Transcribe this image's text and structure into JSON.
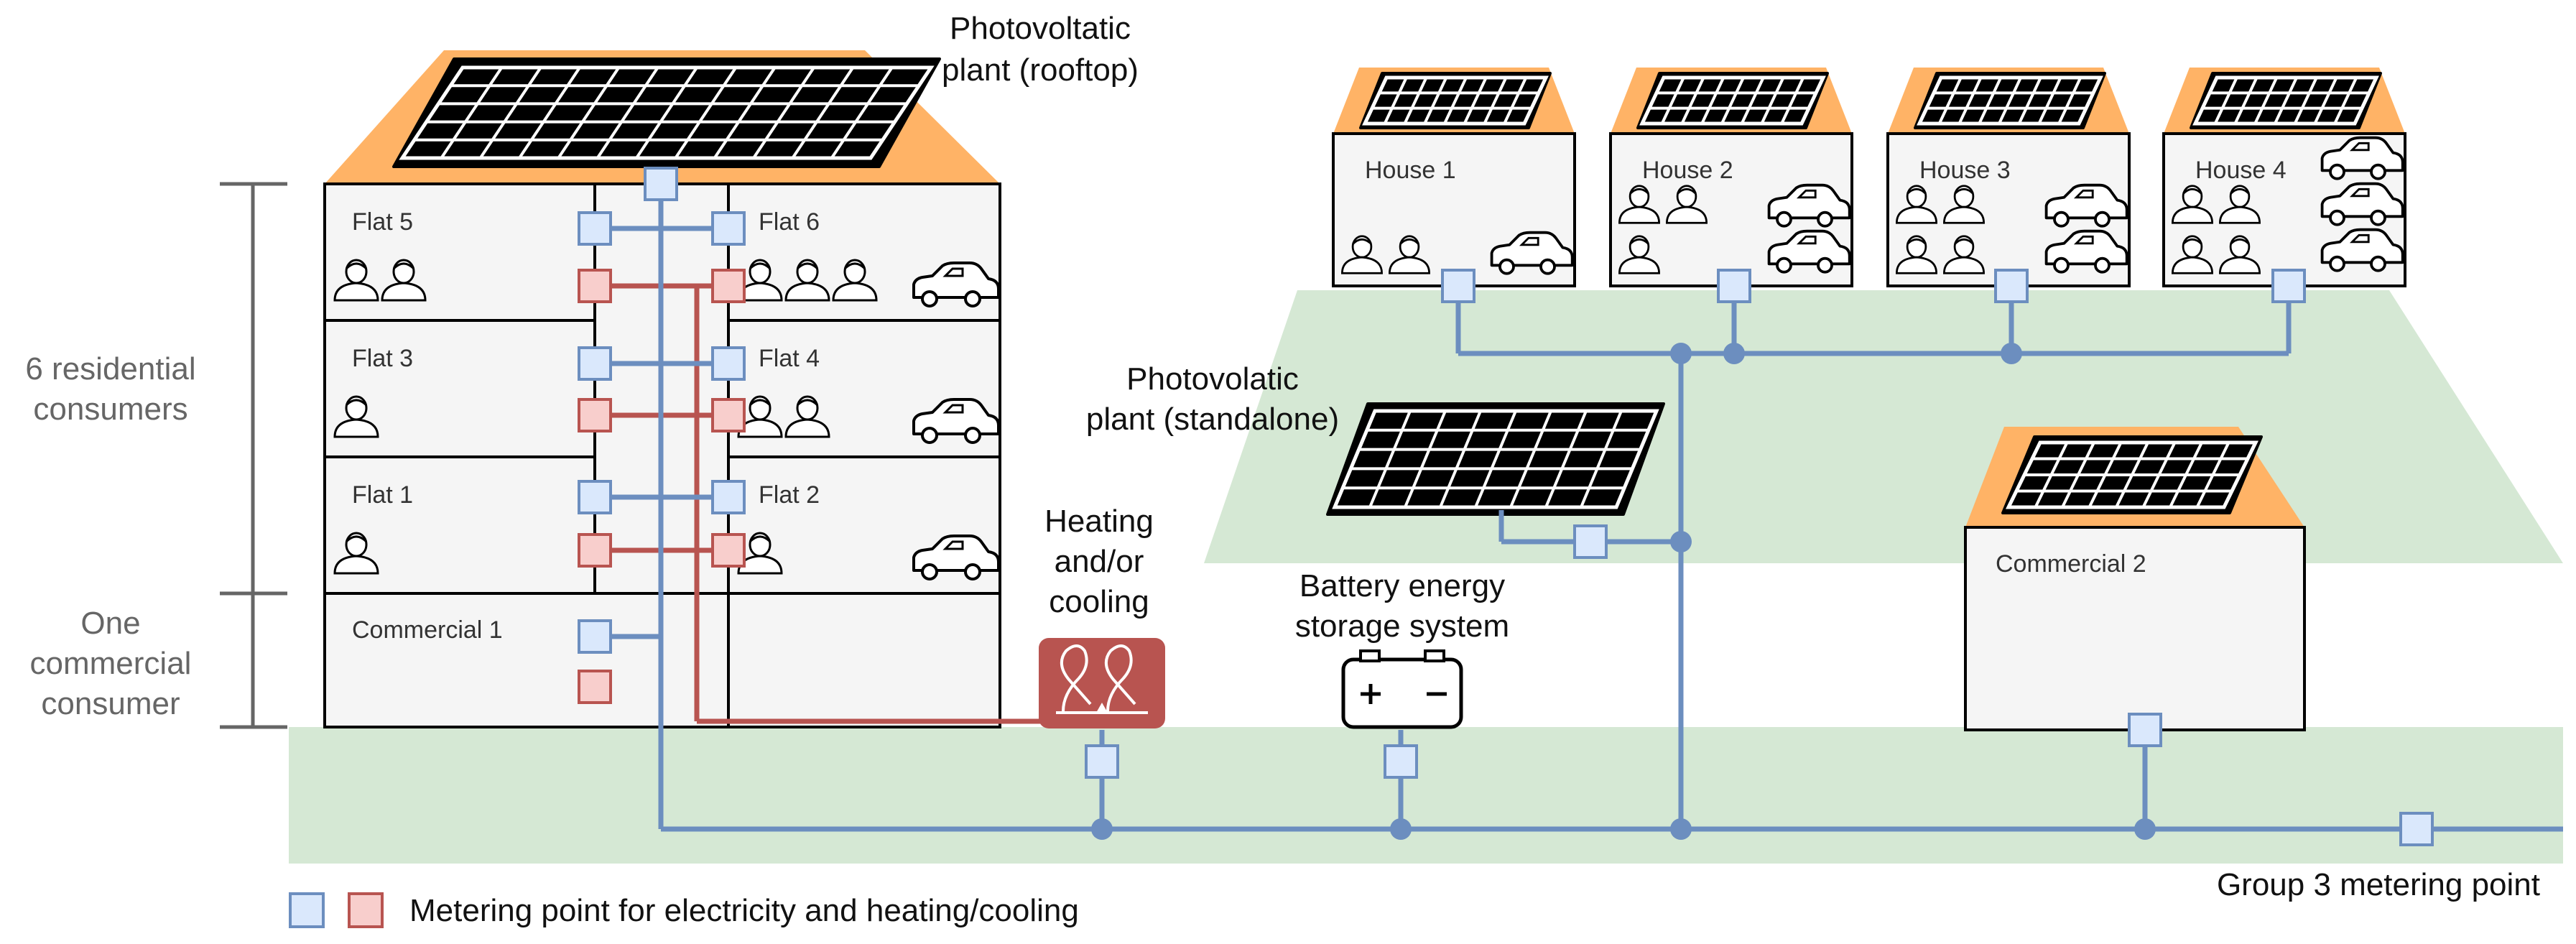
{
  "rooftop_pv_label": [
    "Photovoltatic",
    "plant (rooftop)"
  ],
  "standalone_pv_label": [
    "Photovolatic",
    "plant (standalone)"
  ],
  "heating_label": [
    "Heating",
    "and/or",
    "cooling"
  ],
  "battery_label": [
    "Battery energy",
    "storage system"
  ],
  "brackets": {
    "residential": [
      "6 residential",
      "consumers"
    ],
    "commercial": [
      "One",
      "commercial",
      "consumer"
    ]
  },
  "building": {
    "units": [
      {
        "name": "Flat 5",
        "persons": 2,
        "cars": 0
      },
      {
        "name": "Flat 6",
        "persons": 3,
        "cars": 1
      },
      {
        "name": "Flat 3",
        "persons": 1,
        "cars": 0
      },
      {
        "name": "Flat 4",
        "persons": 2,
        "cars": 1
      },
      {
        "name": "Flat 1",
        "persons": 1,
        "cars": 0
      },
      {
        "name": "Flat 2",
        "persons": 1,
        "cars": 1
      },
      {
        "name": "Commercial 1",
        "persons": 0,
        "cars": 0
      }
    ]
  },
  "houses": [
    {
      "name": "House 1",
      "persons": 2,
      "cars": 1
    },
    {
      "name": "House 2",
      "persons": 3,
      "cars": 2
    },
    {
      "name": "House 3",
      "persons": 4,
      "cars": 2
    },
    {
      "name": "House 4",
      "persons": 4,
      "cars": 3
    }
  ],
  "commercial2_label": "Commercial 2",
  "group_meter_label": "Group 3 metering point",
  "legend_label": "Metering point for electricity and heating/cooling",
  "colors": {
    "electric_line": "#6c8ebf",
    "electric_meter_fill": "#dae8fc",
    "heat_line": "#b85450",
    "heat_meter_fill": "#f8cecc",
    "heat_unit": "#b85450",
    "roof": "#ffb366",
    "green_zone": "#d5e8d4",
    "building_fill": "#f5f5f5"
  }
}
